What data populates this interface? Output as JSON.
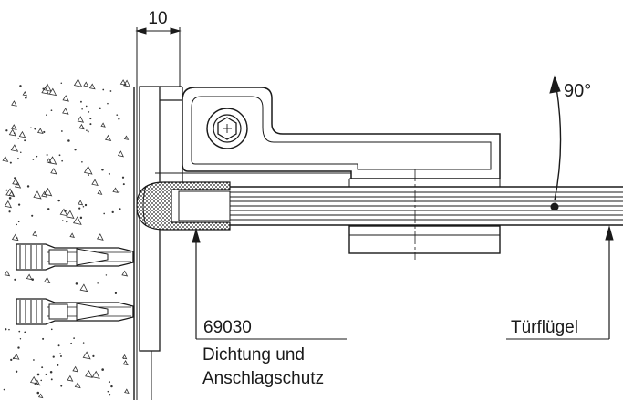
{
  "dimension": {
    "value": "10"
  },
  "angle": {
    "label": "90°"
  },
  "part": {
    "number": "69030",
    "name_line1": "Dichtung und",
    "name_line2": "Anschlagschutz"
  },
  "door": {
    "label": "Türflügel"
  },
  "colors": {
    "line": "#1a1a1a",
    "background": "#ffffff",
    "hatch": "#555555"
  }
}
